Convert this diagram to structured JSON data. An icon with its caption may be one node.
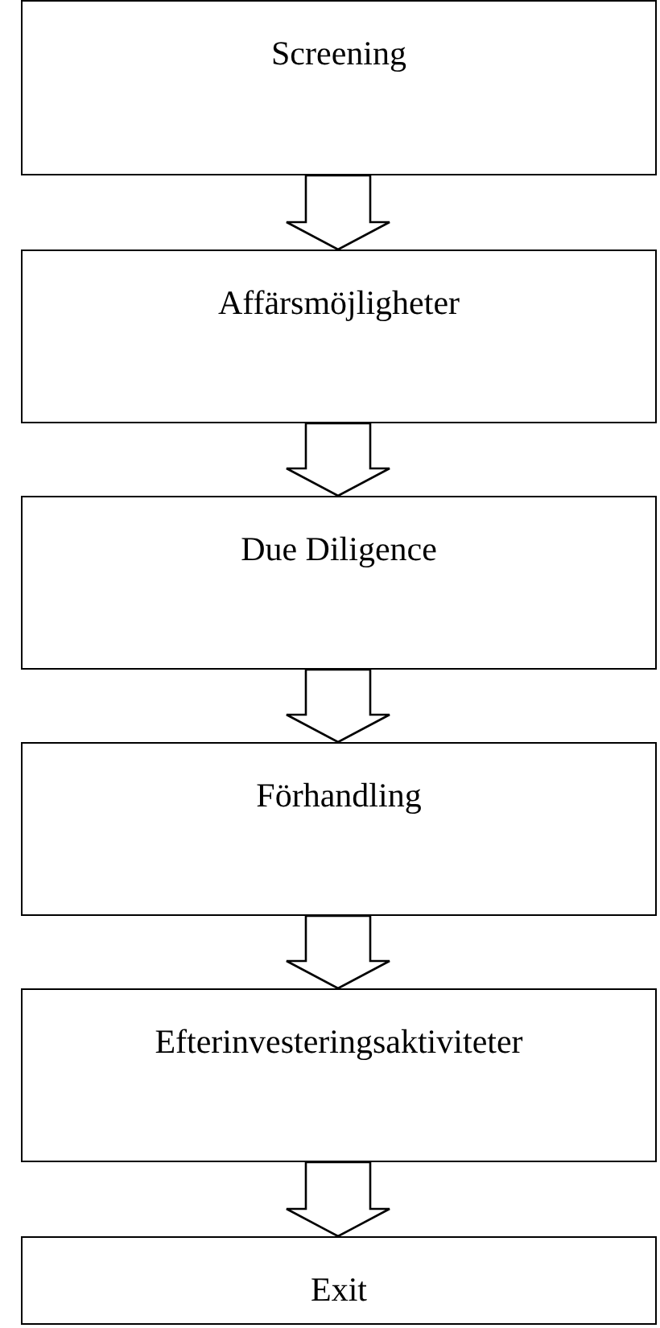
{
  "diagram": {
    "nodes": [
      {
        "text": [
          "Screening"
        ]
      },
      {
        "text": [
          "Affärsmöjligheter"
        ]
      },
      {
        "text": [
          "Due Diligence"
        ]
      },
      {
        "text": [
          "Förhandling"
        ]
      },
      {
        "text": [
          "Efterinvesteringsaktiviteter"
        ]
      },
      {
        "text": [
          "Exit"
        ]
      }
    ],
    "edges": [
      {
        "from": 0,
        "to": 1,
        "arrow": "to"
      },
      {
        "from": 1,
        "to": 2,
        "arrow": "to"
      },
      {
        "from": 2,
        "to": 3,
        "arrow": "to"
      },
      {
        "from": 3,
        "to": 4,
        "arrow": "to"
      },
      {
        "from": 4,
        "to": 5,
        "arrow": "to"
      }
    ]
  }
}
